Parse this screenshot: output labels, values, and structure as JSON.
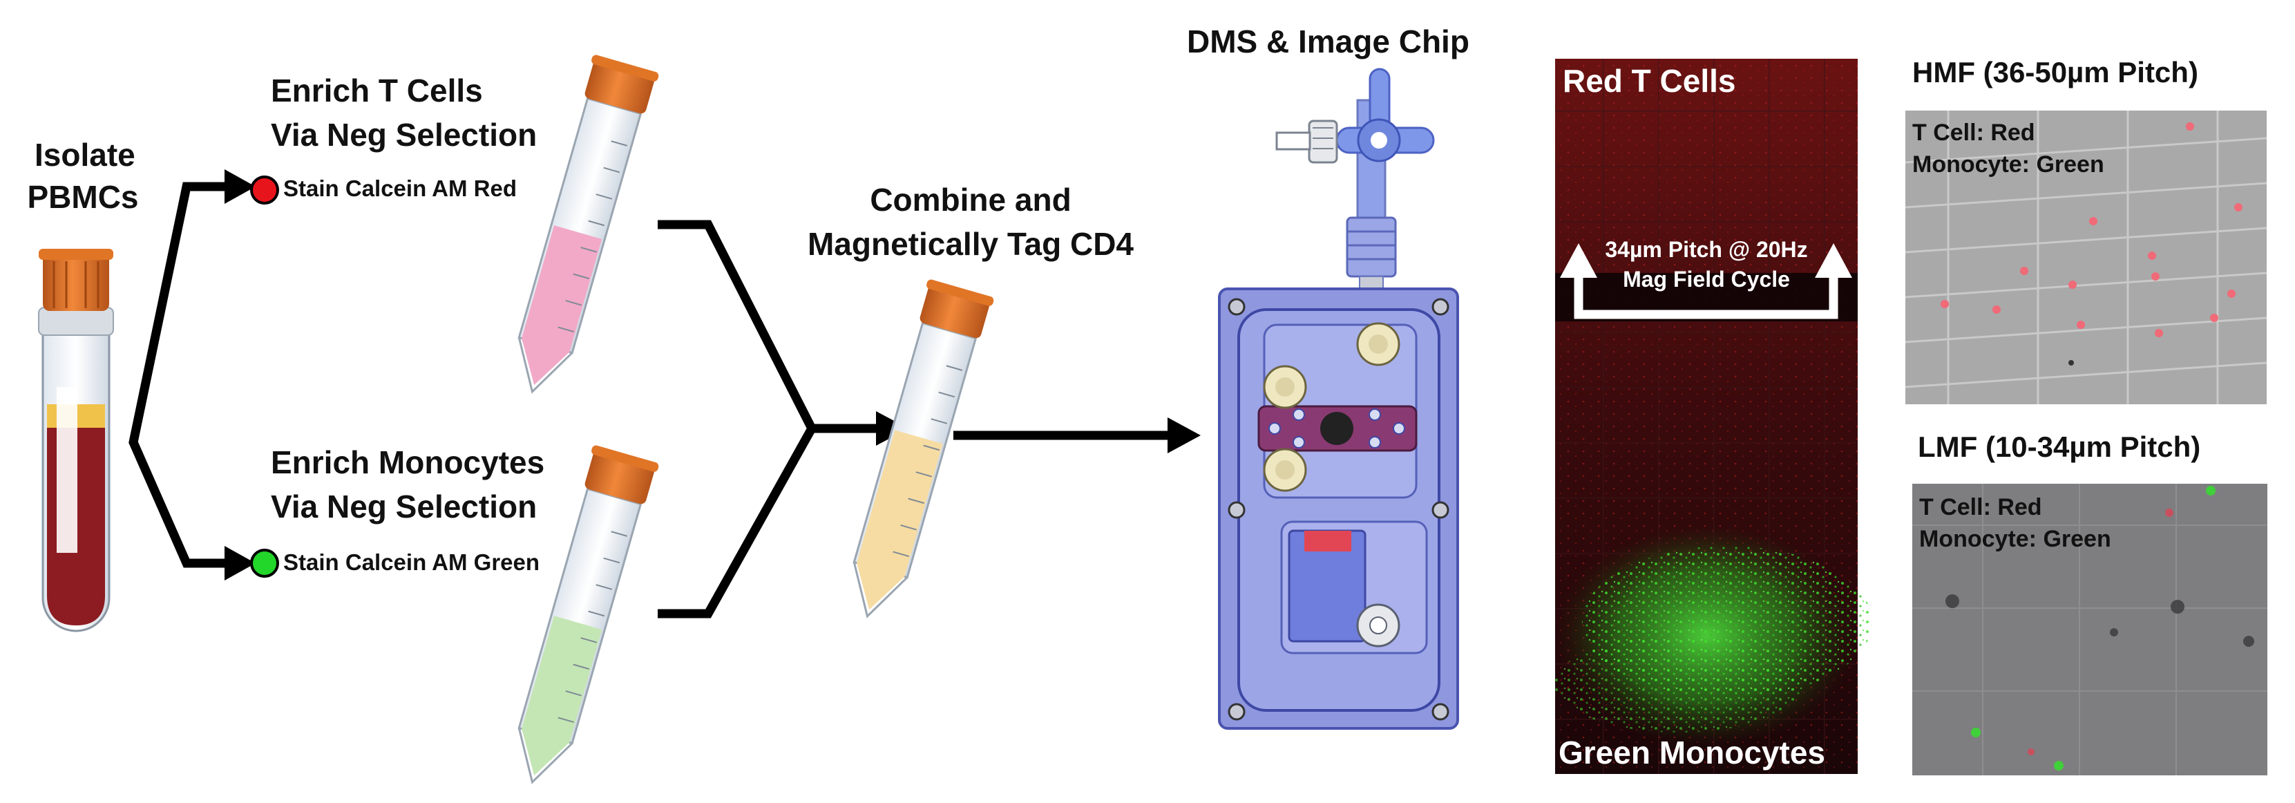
{
  "labels": {
    "isolate": [
      "Isolate",
      "PBMCs"
    ],
    "enrich_t": [
      "Enrich T Cells",
      "Via Neg Selection"
    ],
    "enrich_mono": [
      "Enrich Monocytes",
      "Via Neg Selection"
    ],
    "stain_red": "Stain Calcein AM Red",
    "stain_green": "Stain Calcein AM Green",
    "combine": [
      "Combine and",
      "Magnetically Tag CD4"
    ],
    "chip_title": "DMS & Image Chip",
    "red_t_cells": "Red T Cells",
    "green_monocytes": "Green Monocytes",
    "pitch_note": [
      "34µm Pitch @ 20Hz",
      "Mag Field Cycle"
    ],
    "hmf_title": "HMF (36-50µm Pitch)",
    "lmf_title": "LMF (10-34µm Pitch)",
    "hmf_legend": [
      "T Cell: Red",
      "Monocyte: Green"
    ],
    "lmf_legend": [
      "T Cell: Red",
      "Monocyte: Green"
    ]
  },
  "colors": {
    "red_dot": "#e8141c",
    "green_dot": "#22d62a",
    "tube_cap": "#e07526",
    "blood_dark": "#8c1c22",
    "blood_plasma": "#f0c24a",
    "pink_liquid": "#f2a9c8",
    "green_liquid": "#c4e6b4",
    "yellow_liquid": "#f6dca2",
    "chip_body": "#8f97de",
    "fluor_bg": "#170709",
    "arrow": "#000000"
  },
  "icons": [
    "blood-tube-icon",
    "conical-tube-icon",
    "chip-icon",
    "valve-icon",
    "arrow-icon",
    "dot-icon"
  ]
}
